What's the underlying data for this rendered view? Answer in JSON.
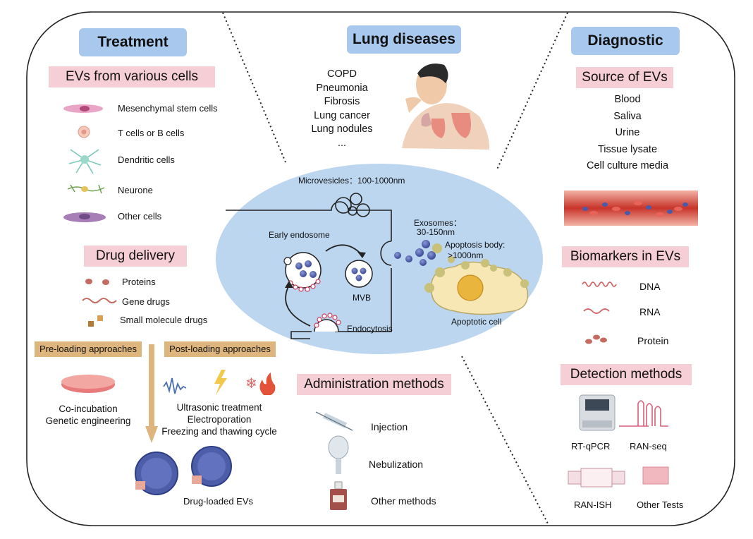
{
  "treatment": {
    "title": "Treatment",
    "evs_from_cells": {
      "title": "EVs from various cells",
      "items": [
        "Mesenchymal stem cells",
        "T cells or B cells",
        "Dendritic cells",
        "Neurone",
        "Other cells"
      ]
    },
    "drug_delivery": {
      "title": "Drug delivery",
      "items": [
        "Proteins",
        "Gene drugs",
        "Small molecule drugs"
      ]
    },
    "pre_loading": {
      "title": "Pre-loading approaches",
      "items": [
        "Co-incubation",
        "Genetic engineering"
      ]
    },
    "post_loading": {
      "title": "Post-loading approaches",
      "items": [
        "Ultrasonic treatment",
        "Electroporation",
        "Freezing and thawing cycle"
      ]
    },
    "result_label": "Drug-loaded EVs"
  },
  "lung": {
    "title": "Lung diseases",
    "diseases": [
      "COPD",
      "Pneumonia",
      "Fibrosis",
      "Lung cancer",
      "Lung nodules",
      "..."
    ]
  },
  "center": {
    "microvesicles": "Microvesicles：100-1000nm",
    "early_endosome": "Early endosome",
    "mvb": "MVB",
    "endocytosis": "Endocytosis",
    "exosomes_1": "Exosomes：",
    "exosomes_2": "30-150nm",
    "apoptosis_1": "Apoptosis body:",
    "apoptosis_2": ">1000nm",
    "apoptotic_cell": "Apoptotic cell"
  },
  "administration": {
    "title": "Administration methods",
    "items": [
      "Injection",
      "Nebulization",
      "Other methods"
    ]
  },
  "diagnostic": {
    "title": "Diagnostic",
    "source": {
      "title": "Source of EVs",
      "items": [
        "Blood",
        "Saliva",
        "Urine",
        "Tissue lysate",
        "Cell culture media"
      ]
    },
    "biomarkers": {
      "title": "Biomarkers in EVs",
      "items": [
        "DNA",
        "RNA",
        "Protein"
      ]
    },
    "detection": {
      "title": "Detection methods",
      "items": [
        "RT-qPCR",
        "RAN-seq",
        "RAN-ISH",
        "Other Tests"
      ]
    }
  },
  "colors": {
    "section_title_bg": "#a9c8ee",
    "subsection_bg": "#f6cfd6",
    "loading_bg": "#ddb57d",
    "center_ellipse": "#bcd6f0",
    "vesicle": "#4d5da8"
  }
}
